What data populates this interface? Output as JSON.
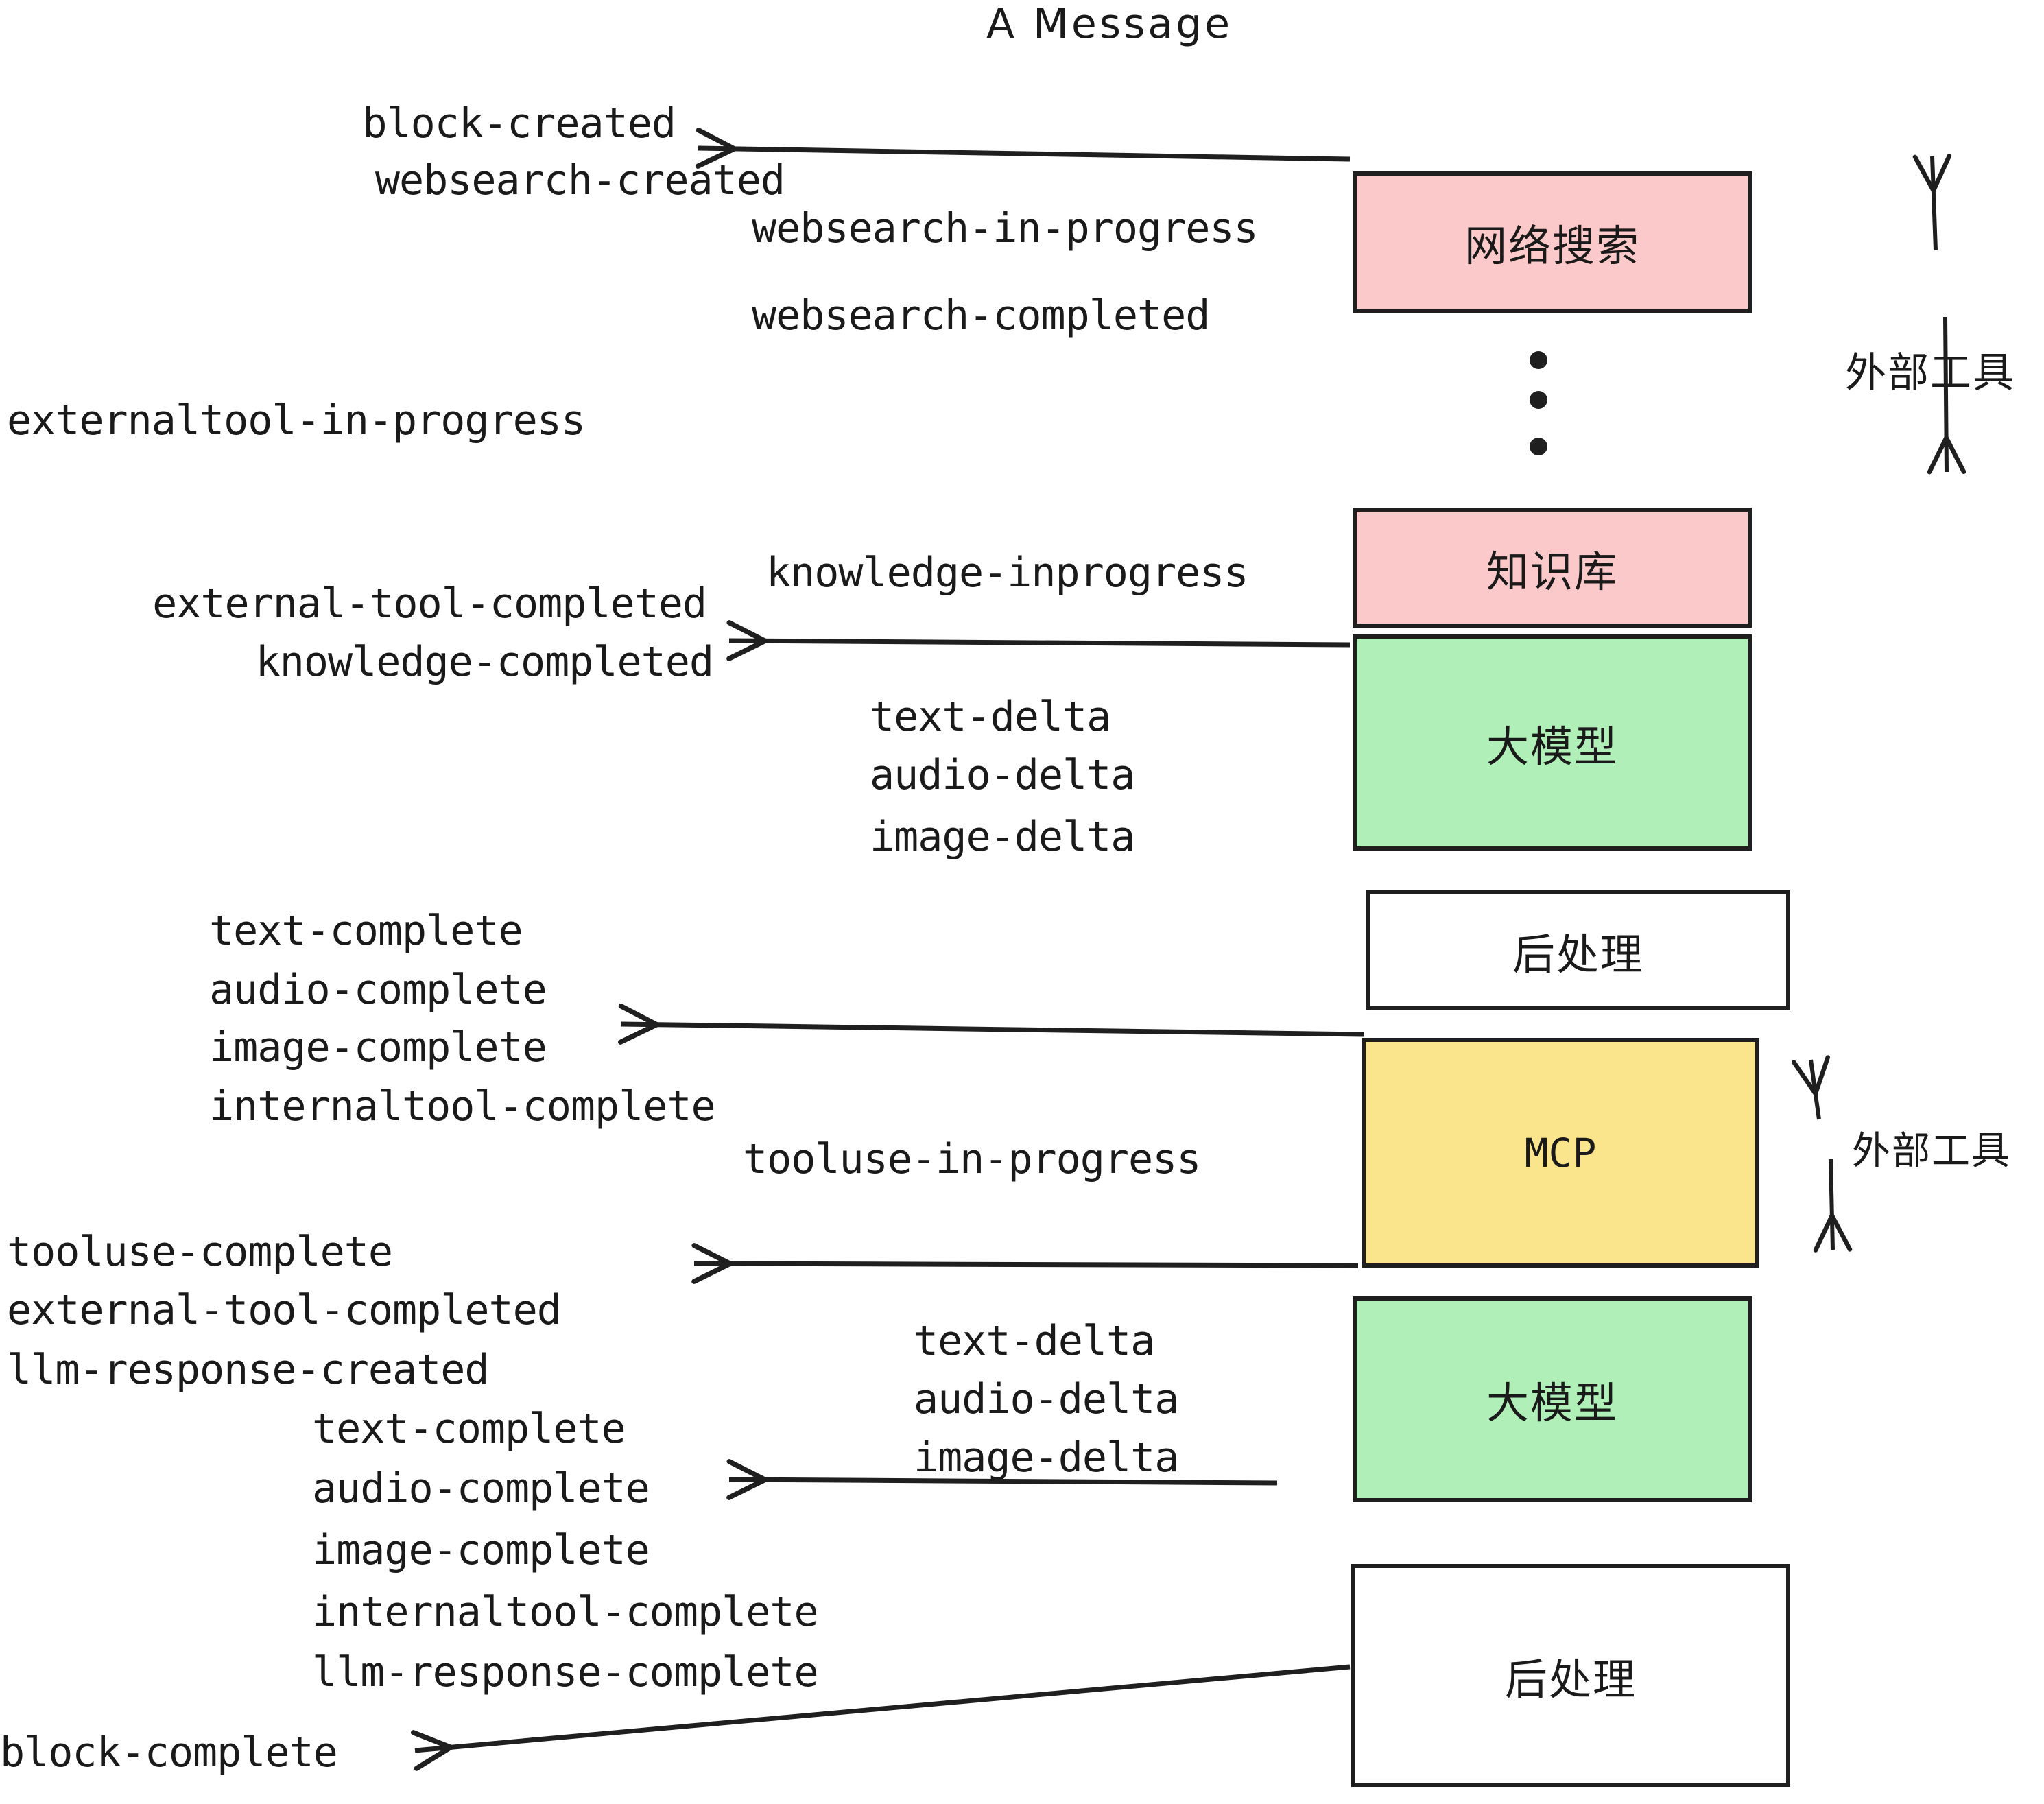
{
  "title": "A Message",
  "boxes": {
    "websearch": "网络搜索",
    "knowledge": "知识库",
    "llm1": "大模型",
    "post1": "后处理",
    "mcp": "MCP",
    "llm2": "大模型",
    "post2": "后处理"
  },
  "brackets": {
    "external_top": "外部工具",
    "external_bottom": "外部工具"
  },
  "events": {
    "block_created": "block-created",
    "websearch_created": "websearch-created",
    "websearch_in_progress": "websearch-in-progress",
    "websearch_completed": "websearch-completed",
    "externaltool_in_progress": "externaltool-in-progress",
    "knowledge_inprogress": "knowledge-inprogress",
    "external_tool_completed_1": "external-tool-completed",
    "knowledge_completed": "knowledge-completed",
    "text_delta_1": "text-delta",
    "audio_delta_1": "audio-delta",
    "image_delta_1": "image-delta",
    "text_complete_1": "text-complete",
    "audio_complete_1": "audio-complete",
    "image_complete_1": "image-complete",
    "internaltool_complete_1": "internaltool-complete",
    "tooluse_in_progress": "tooluse-in-progress",
    "tooluse_complete": "tooluse-complete",
    "external_tool_completed_2": "external-tool-completed",
    "llm_response_created": "llm-response-created",
    "text_delta_2": "text-delta",
    "audio_delta_2": "audio-delta",
    "image_delta_2": "image-delta",
    "text_complete_2": "text-complete",
    "audio_complete_2": "audio-complete",
    "image_complete_2": "image-complete",
    "internaltool_complete_2": "internaltool-complete",
    "llm_response_complete": "llm-response-complete",
    "block_complete": "block-complete"
  },
  "colors": {
    "pink": "#FBC9C9",
    "green": "#B0EFB8",
    "yellow": "#FAE48C",
    "white": "#FFFFFF",
    "stroke": "#1F1F1F"
  }
}
